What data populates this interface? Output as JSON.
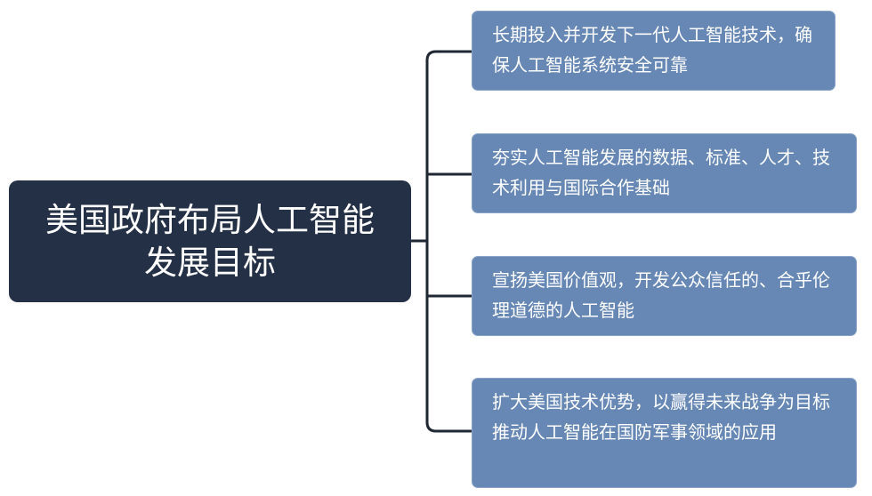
{
  "root": {
    "label": "美国政府布局人工智能发展目标"
  },
  "goals": [
    {
      "label": "长期投入并开发下一代人工智能技术，确保人工智能系统安全可靠"
    },
    {
      "label": "夯实人工智能发展的数据、标准、人才、技术利用与国际合作基础"
    },
    {
      "label": "宣扬美国价值观，开发公众信任的、合乎伦理道德的人工智能"
    },
    {
      "label": "扩大美国技术优势，以赢得未来战争为目标推动人工智能在国防军事领域的应用"
    }
  ],
  "colors": {
    "root": "#243045",
    "node": "#6788b5",
    "connector": "#1e2733"
  }
}
